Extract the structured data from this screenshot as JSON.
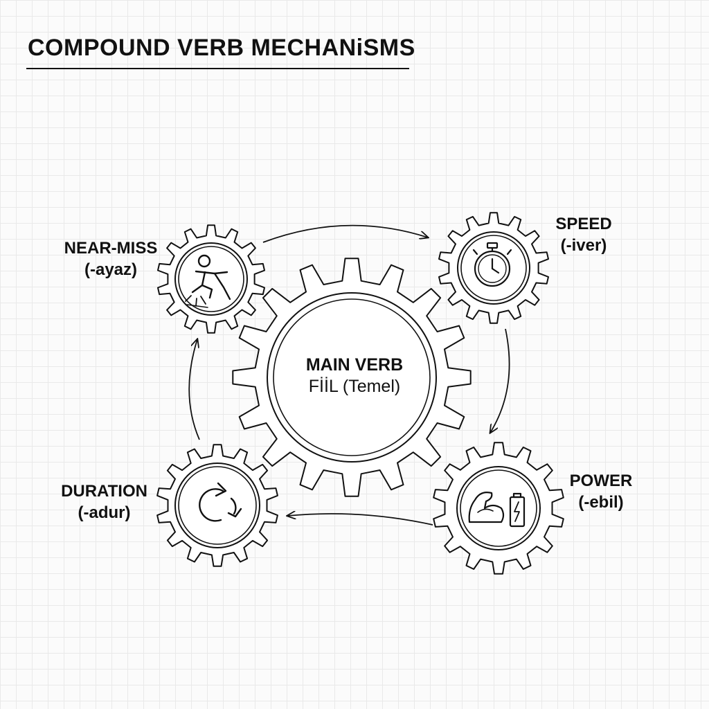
{
  "title": "COMPOUND VERB MECHANiSMS",
  "center": {
    "line1": "MAIN VERB",
    "line2": "FİİL (Temel)"
  },
  "mechanisms": [
    {
      "name": "NEAR-MISS",
      "suffix": "(-ayaz)",
      "icon": "falling-person-icon"
    },
    {
      "name": "SPEED",
      "suffix": "(-iver)",
      "icon": "stopwatch-icon"
    },
    {
      "name": "POWER",
      "suffix": "(-ebil)",
      "icon": "flexed-arm-battery-icon"
    },
    {
      "name": "DURATION",
      "suffix": "(-adur)",
      "icon": "cycle-arrows-icon"
    }
  ],
  "colors": {
    "ink": "#111111",
    "background": "#fbfbfb",
    "grid": "#e9e9e9"
  }
}
